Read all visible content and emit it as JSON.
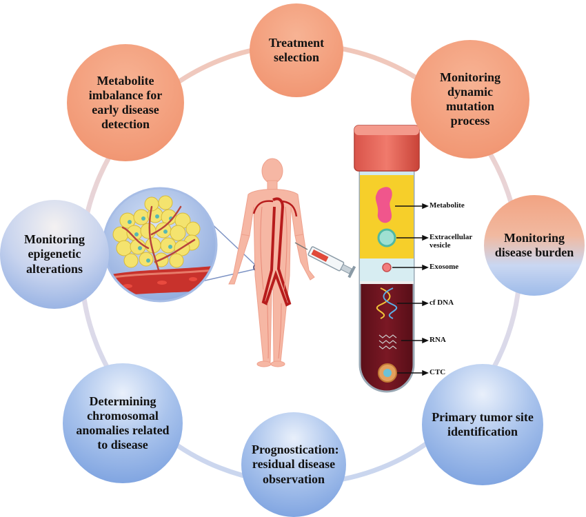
{
  "nodes": {
    "treatment": "Treatment selection",
    "metabolite_imbalance": "Metabolite imbalance for early disease detection",
    "dynamic_mutation": "Monitoring dynamic mutation process",
    "epigenetic": "Monitoring epigenetic alterations",
    "disease_burden": "Monitoring disease burden",
    "chromosomal": "Determining chromosomal anomalies related to disease",
    "primary_tumor": "Primary tumor site identification",
    "prognostication": "Prognostication: residual disease observation"
  },
  "tube_labels": {
    "metabolite": "Metabolite",
    "extracellular_vesicle": "Extracellular vesicle",
    "exosome": "Exosome",
    "cf_dna": "cf DNA",
    "rna": "RNA",
    "ctc": "CTC"
  },
  "colors": {
    "node_orange": "#f29a77",
    "node_blue": "#7ea3e0",
    "ring": "#e7d7de",
    "plasma_yellow": "#f6cf2a",
    "blood_dark": "#6e1420",
    "artery_red": "#b71c1c",
    "body_skin": "#f6b7a4"
  }
}
